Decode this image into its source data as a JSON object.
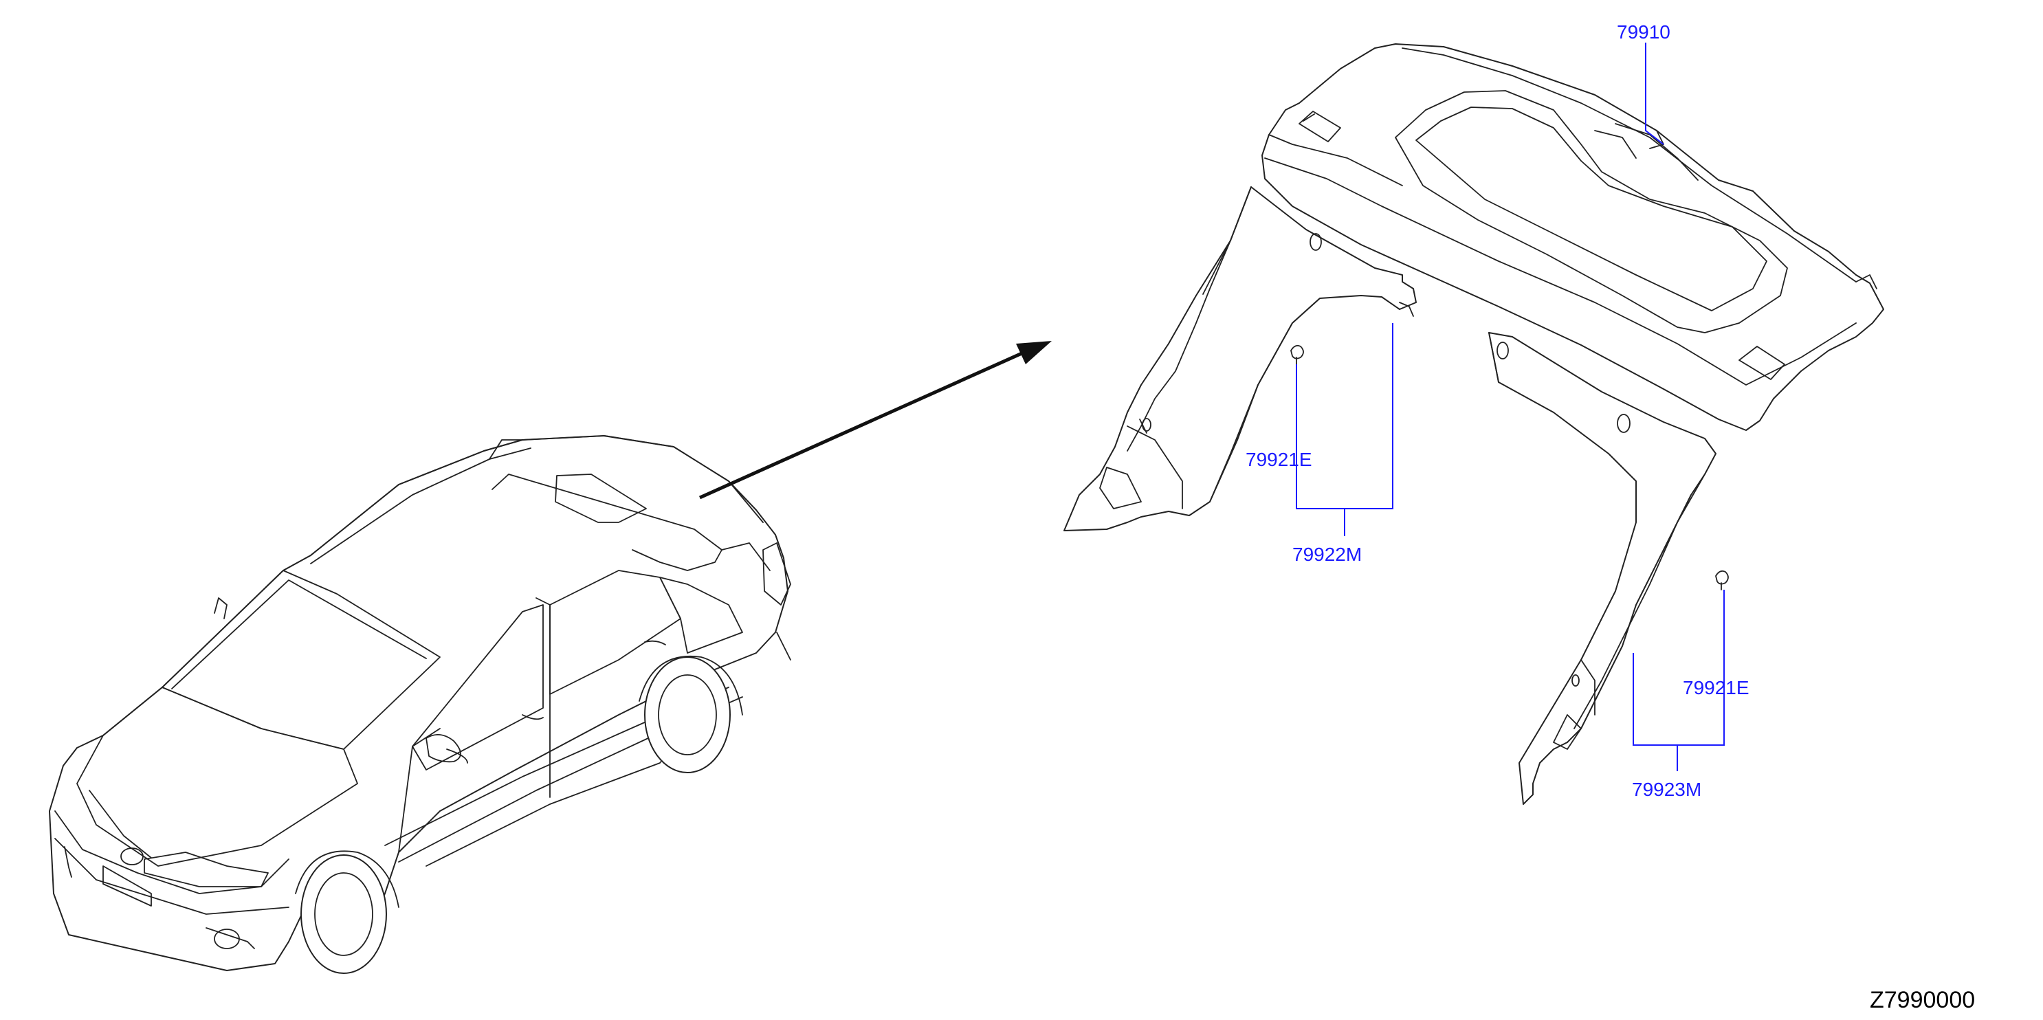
{
  "diagram": {
    "part_labels": {
      "rear_parcel_shelf": "79910",
      "clip_left": "79921E",
      "left_side_finisher": "79922M",
      "clip_right": "79921E",
      "right_side_finisher": "79923M"
    },
    "reference_code": "Z7990000",
    "colors": {
      "label": "#1a1aff",
      "line": "#222222",
      "background": "#ffffff"
    }
  }
}
